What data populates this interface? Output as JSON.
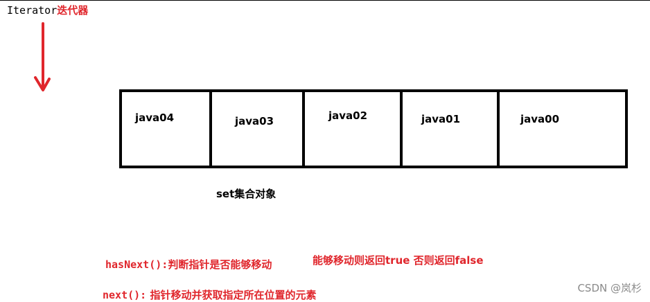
{
  "title": {
    "text_en": "Iterator",
    "text_zh": "迭代器"
  },
  "cells": [
    "java04",
    "java03",
    "java02",
    "java01",
    "java00"
  ],
  "set_label": "set集合对象",
  "notes": {
    "hasnext_method": "hasNext():",
    "hasnext_desc": "判断指针是否能够移动",
    "hasnext_result": "能够移动则返回true 否则返回false",
    "next_method": "next():",
    "next_desc": "指针移动并获取指定所在位置的元素"
  },
  "watermark": "CSDN @岚杉",
  "colors": {
    "accent_red": "#e0262c",
    "stroke": "#000000",
    "watermark": "#8a8a8a"
  }
}
